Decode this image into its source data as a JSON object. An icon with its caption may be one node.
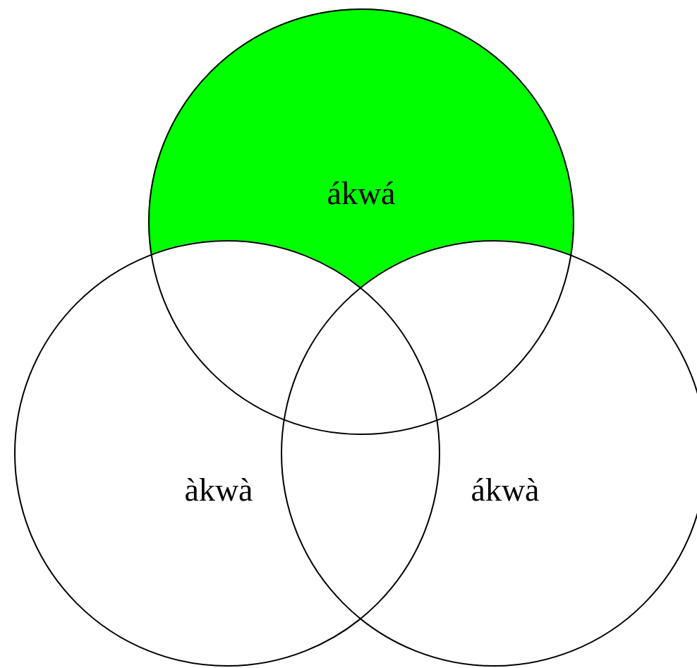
{
  "diagram": {
    "nodes": [
      {
        "text": [
          "ákwá"
        ]
      },
      {
        "text": [
          "àkwà"
        ]
      },
      {
        "text": [
          "ákwà"
        ]
      }
    ]
  }
}
